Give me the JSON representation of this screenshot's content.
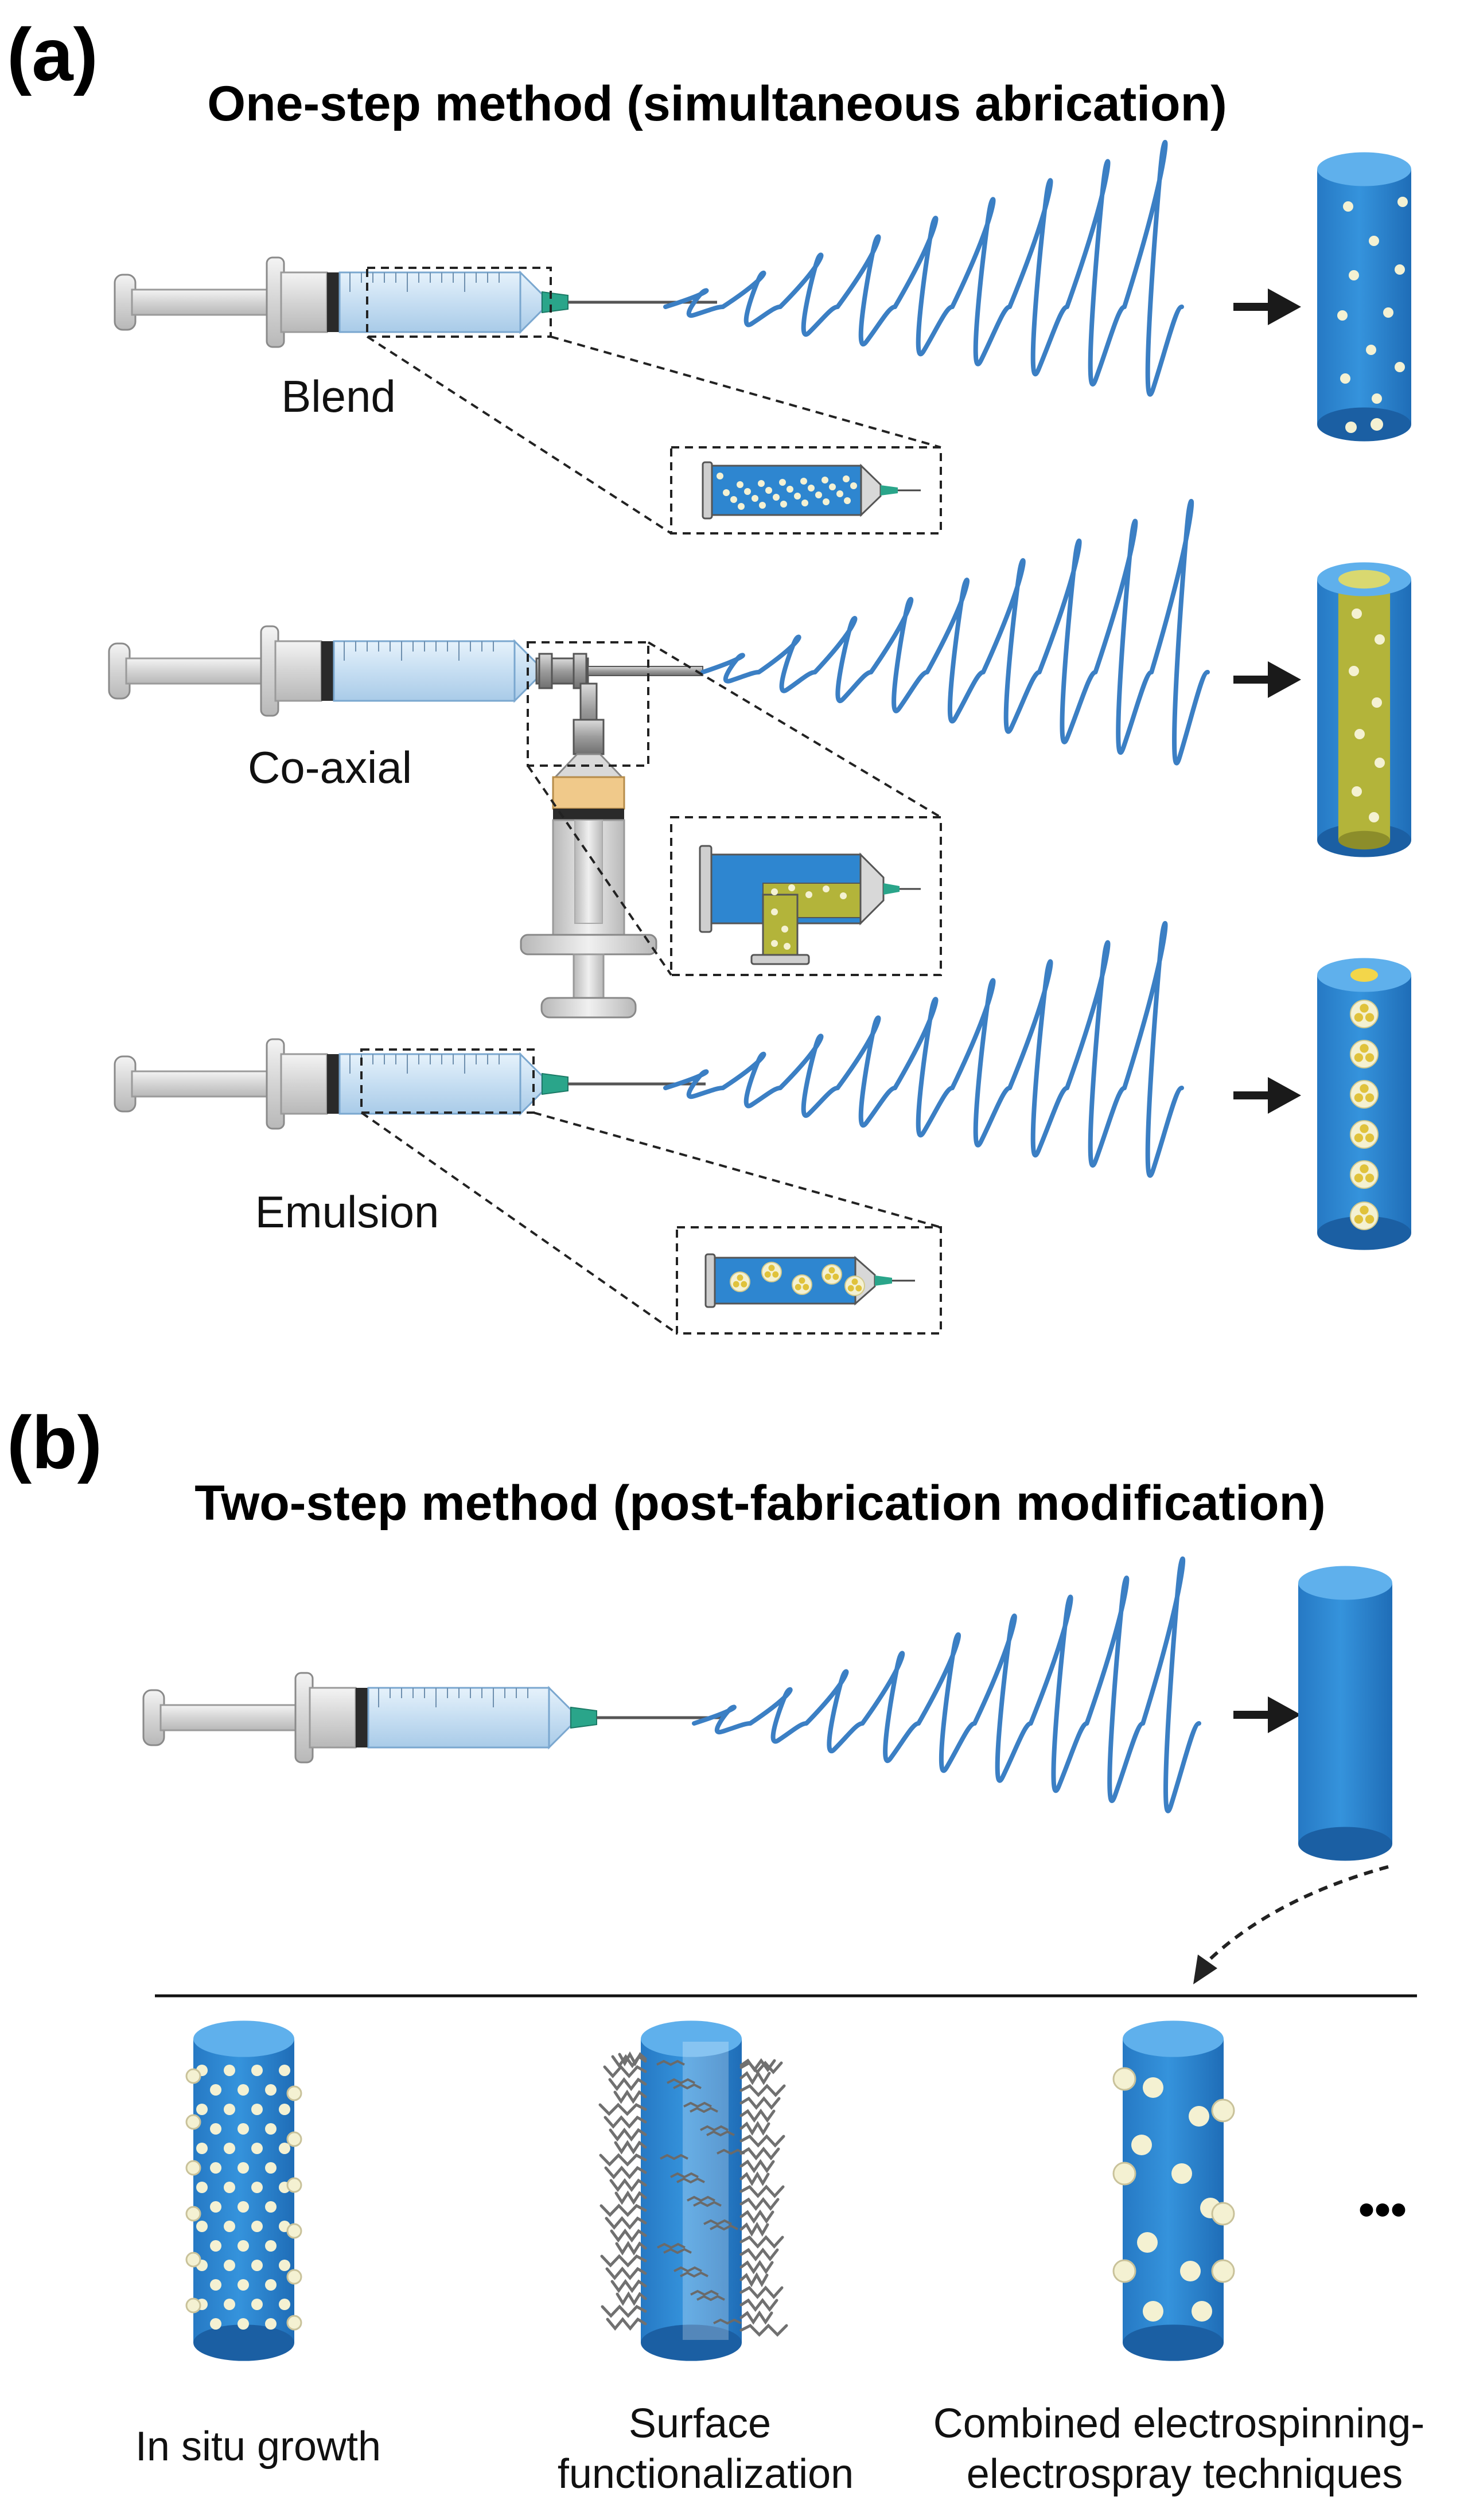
{
  "panels": {
    "a": {
      "letter": "(a)",
      "title": "One-step method (simultaneous abrication)",
      "methods": [
        {
          "label": "Blend",
          "fiber": "blend"
        },
        {
          "label": "Co-axial",
          "fiber": "coaxial"
        },
        {
          "label": "Emulsion",
          "fiber": "emulsion"
        }
      ]
    },
    "b": {
      "letter": "(b)",
      "title": "Two-step method (post-fabrication modification)",
      "results": [
        {
          "label_lines": [
            "In situ growth"
          ]
        },
        {
          "label_lines": [
            "Surface",
            "functionalization"
          ]
        },
        {
          "label_lines": [
            "Combined electrospinning-",
            "electrospray techniques"
          ]
        }
      ],
      "ellipsis": "•••"
    }
  },
  "colors": {
    "fiber_blue": "#2e86d0",
    "fiber_top": "#5fb0ec",
    "fiber_bottom": "#1b5fa3",
    "core_yellow": "#b3b43a",
    "particle": "#f4f1d2",
    "spiral": "#3b7fc4",
    "needle_green": "#2aa58a",
    "syringe_liquid": "#cfe4f4",
    "syringe_dark": "#2a2a2a"
  },
  "icons": [
    "syringe-icon",
    "needle-icon",
    "arrow-right-icon",
    "fiber-icon",
    "dashed-arrow-icon"
  ]
}
